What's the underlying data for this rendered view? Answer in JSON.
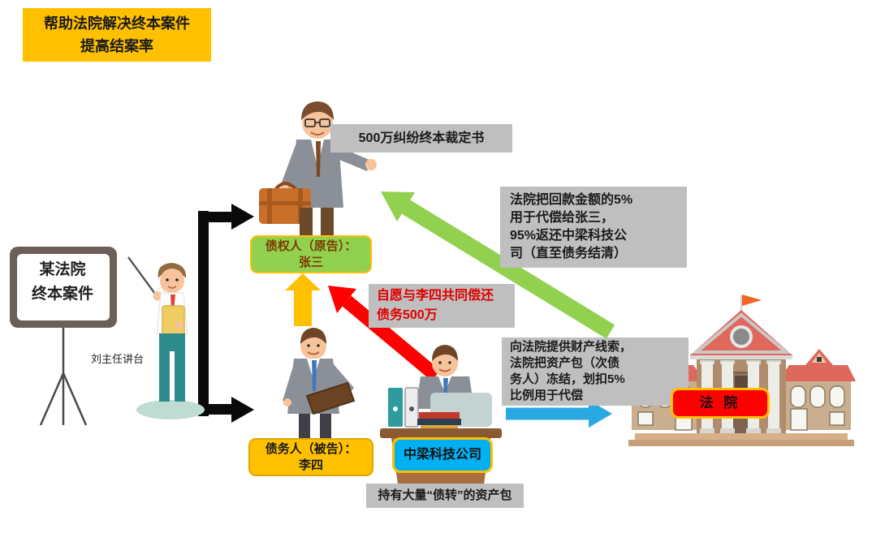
{
  "title": {
    "lines": [
      "帮助法院解决终本案件",
      "提高结案率"
    ]
  },
  "board": {
    "lines": [
      "某法院",
      "终本案件"
    ]
  },
  "podium_label": "刘主任讲台",
  "ruling_label": "500万纠纷终本裁定书",
  "creditor_box": {
    "lines": [
      "债权人（原告）：",
      "张三"
    ]
  },
  "debtor_box": {
    "lines": [
      "债务人（被告）：",
      "李四"
    ]
  },
  "company_box": "中梁科技公司",
  "company_caption": "持有大量“债转”的资产包",
  "court_box": "法 院",
  "note_repay": {
    "lines": [
      "自愿与李四共同偿还",
      "债务500万"
    ]
  },
  "note_court_split": {
    "lines": [
      "法院把回款金额的5%",
      "用于代偿给张三，",
      "95%返还中梁科技公",
      "司（直至债务结清）"
    ]
  },
  "note_clues": {
    "lines": [
      "向法院提供财产线索，",
      "法院把资产包（次债",
      "务人）冻结，划扣5%",
      "比例用于代偿"
    ]
  },
  "colors": {
    "title_bg": "#FFC000",
    "note_bg": "#BFBFBF",
    "creditor_bg": "#92D050",
    "debtor_bg": "#FFC000",
    "company_bg": "#00B0F0",
    "court_bg": "#FF0000",
    "box_border": "#FFC000",
    "creditor_text": "#7B3A00",
    "note_repay_text": "#E00000",
    "arrow_black": "#000000",
    "arrow_yellow": "#FFC000",
    "arrow_red": "#FF0000",
    "arrow_green": "#92D050",
    "arrow_blue": "#29A9E1"
  }
}
